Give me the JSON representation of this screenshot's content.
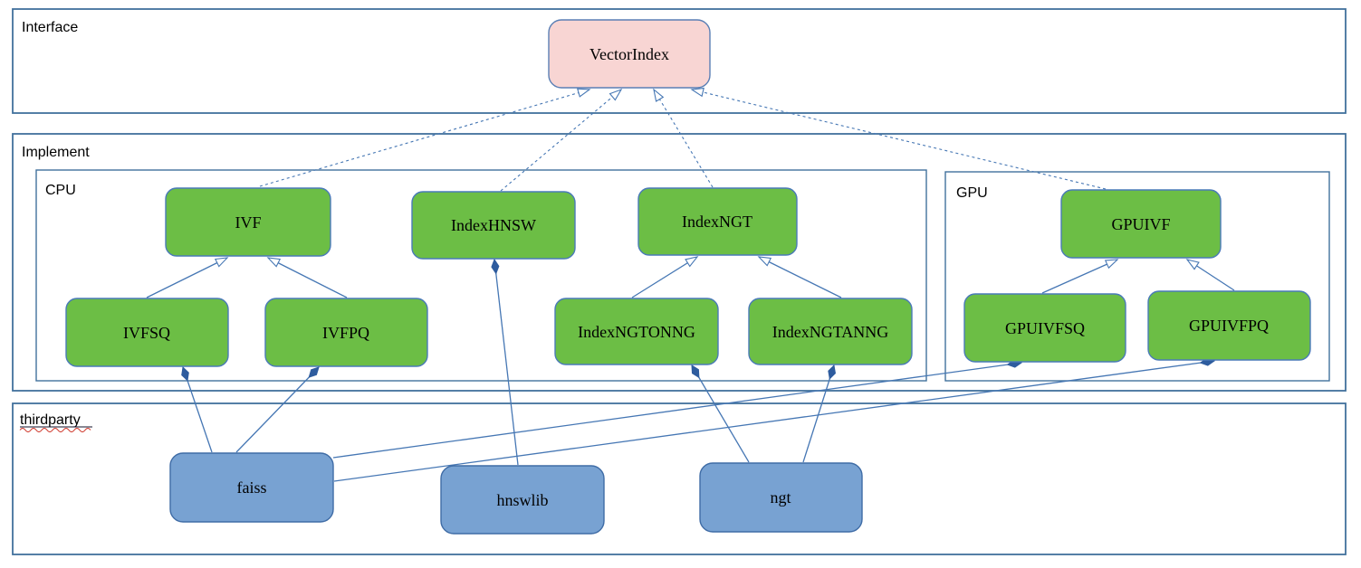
{
  "diagram_type": "uml-package-class-diagram",
  "containers": {
    "interface": {
      "label": "Interface"
    },
    "implement": {
      "label": "Implement"
    },
    "cpu": {
      "label": "CPU"
    },
    "gpu": {
      "label": "GPU"
    },
    "thirdparty": {
      "label": "thirdparty",
      "spellcheck_underline": true
    }
  },
  "nodes": {
    "vectorindex": {
      "label": "VectorIndex",
      "kind": "interface",
      "container": "interface"
    },
    "ivf": {
      "label": "IVF",
      "kind": "implementation",
      "container": "cpu"
    },
    "indexhnsw": {
      "label": "IndexHNSW",
      "kind": "implementation",
      "container": "cpu"
    },
    "indexngt": {
      "label": "IndexNGT",
      "kind": "implementation",
      "container": "cpu"
    },
    "gpuivf": {
      "label": "GPUIVF",
      "kind": "implementation",
      "container": "gpu"
    },
    "ivfsq": {
      "label": "IVFSQ",
      "kind": "implementation",
      "container": "cpu"
    },
    "ivfpq": {
      "label": "IVFPQ",
      "kind": "implementation",
      "container": "cpu"
    },
    "indexngtonng": {
      "label": "IndexNGTONNG",
      "kind": "implementation",
      "container": "cpu"
    },
    "indexngtanng": {
      "label": "IndexNGTANNG",
      "kind": "implementation",
      "container": "cpu"
    },
    "gpuivfsq": {
      "label": "GPUIVFSQ",
      "kind": "implementation",
      "container": "gpu"
    },
    "gpuivfpq": {
      "label": "GPUIVFPQ",
      "kind": "implementation",
      "container": "gpu"
    },
    "faiss": {
      "label": "faiss",
      "kind": "thirdparty-lib",
      "container": "thirdparty"
    },
    "hnswlib": {
      "label": "hnswlib",
      "kind": "thirdparty-lib",
      "container": "thirdparty"
    },
    "ngt": {
      "label": "ngt",
      "kind": "thirdparty-lib",
      "container": "thirdparty"
    }
  },
  "edges": [
    {
      "from": "ivf",
      "to": "vectorindex",
      "type": "realization"
    },
    {
      "from": "indexhnsw",
      "to": "vectorindex",
      "type": "realization"
    },
    {
      "from": "indexngt",
      "to": "vectorindex",
      "type": "realization"
    },
    {
      "from": "gpuivf",
      "to": "vectorindex",
      "type": "realization"
    },
    {
      "from": "ivfsq",
      "to": "ivf",
      "type": "generalization"
    },
    {
      "from": "ivfpq",
      "to": "ivf",
      "type": "generalization"
    },
    {
      "from": "indexngtonng",
      "to": "indexngt",
      "type": "generalization"
    },
    {
      "from": "indexngtanng",
      "to": "indexngt",
      "type": "generalization"
    },
    {
      "from": "gpuivfsq",
      "to": "gpuivf",
      "type": "generalization"
    },
    {
      "from": "gpuivfpq",
      "to": "gpuivf",
      "type": "generalization"
    },
    {
      "from": "faiss",
      "to": "ivfsq",
      "type": "composition"
    },
    {
      "from": "faiss",
      "to": "ivfpq",
      "type": "composition"
    },
    {
      "from": "faiss",
      "to": "gpuivfsq",
      "type": "composition"
    },
    {
      "from": "faiss",
      "to": "gpuivfpq",
      "type": "composition"
    },
    {
      "from": "hnswlib",
      "to": "indexhnsw",
      "type": "composition"
    },
    {
      "from": "ngt",
      "to": "indexngtonng",
      "type": "composition"
    },
    {
      "from": "ngt",
      "to": "indexngtanng",
      "type": "composition"
    }
  ],
  "colors": {
    "container_border": "#41719c",
    "connector": "#4677b4",
    "implementation_fill": "#6cbe45",
    "thirdparty_fill": "#78a2d2",
    "interface_fill": "#f8d5d3",
    "diamond_fill": "#2e5c9e",
    "spellcheck_red": "#d03b2f",
    "text": "#000000",
    "background": "#ffffff"
  }
}
